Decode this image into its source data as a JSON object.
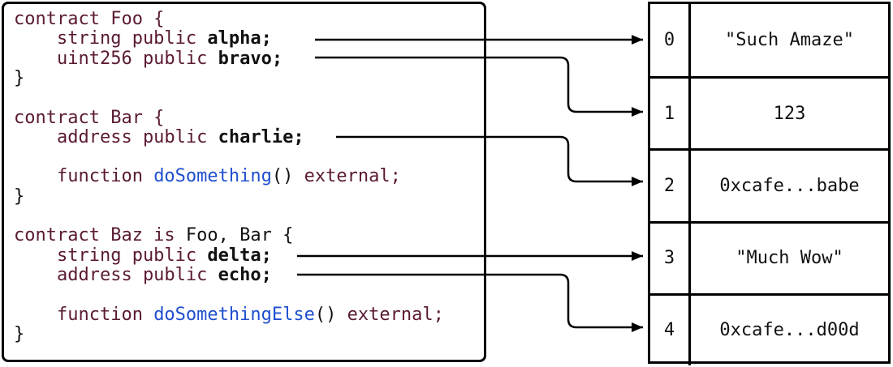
{
  "code_lines": [
    [
      {
        "t": "contract Foo {",
        "c": "kw-first"
      }
    ],
    [
      {
        "t": "    string public ",
        "c": "kw"
      },
      {
        "t": "alpha;",
        "c": "bold"
      }
    ],
    [
      {
        "t": "    uint256 public ",
        "c": "kw"
      },
      {
        "t": "bravo;",
        "c": "bold"
      }
    ],
    [
      {
        "t": "}",
        "c": "plain"
      }
    ],
    [
      {
        "t": "",
        "c": "plain"
      }
    ],
    [
      {
        "t": "contract Bar {",
        "c": "kw-first"
      }
    ],
    [
      {
        "t": "    address public ",
        "c": "kw"
      },
      {
        "t": "charlie;",
        "c": "bold"
      }
    ],
    [
      {
        "t": "",
        "c": "plain"
      }
    ],
    [
      {
        "t": "    function ",
        "c": "kw"
      },
      {
        "t": "doSomething",
        "c": "fn"
      },
      {
        "t": "() ",
        "c": "plain"
      },
      {
        "t": "external;",
        "c": "kw"
      }
    ],
    [
      {
        "t": "}",
        "c": "plain"
      }
    ],
    [
      {
        "t": "",
        "c": "plain"
      }
    ],
    [
      {
        "t": "contract Baz is ",
        "c": "kw-first"
      },
      {
        "t": "Foo, Bar {",
        "c": "plain"
      }
    ],
    [
      {
        "t": "    string public ",
        "c": "kw"
      },
      {
        "t": "delta;",
        "c": "bold"
      }
    ],
    [
      {
        "t": "    address public ",
        "c": "kw"
      },
      {
        "t": "echo;",
        "c": "bold"
      }
    ],
    [
      {
        "t": "",
        "c": "plain"
      }
    ],
    [
      {
        "t": "    function ",
        "c": "kw"
      },
      {
        "t": "doSomethingElse",
        "c": "fn"
      },
      {
        "t": "() ",
        "c": "plain"
      },
      {
        "t": "external;",
        "c": "kw"
      }
    ],
    [
      {
        "t": "}",
        "c": "plain"
      }
    ]
  ],
  "slots": [
    {
      "index": "0",
      "value": "\"Such Amaze\""
    },
    {
      "index": "1",
      "value": "123"
    },
    {
      "index": "2",
      "value": "0xcafe...babe"
    },
    {
      "index": "3",
      "value": "\"Much Wow\""
    },
    {
      "index": "4",
      "value": "0xcafe...d00d"
    }
  ],
  "colors": {
    "keyword": "#5a1a33",
    "function": "#1f4fd0"
  }
}
